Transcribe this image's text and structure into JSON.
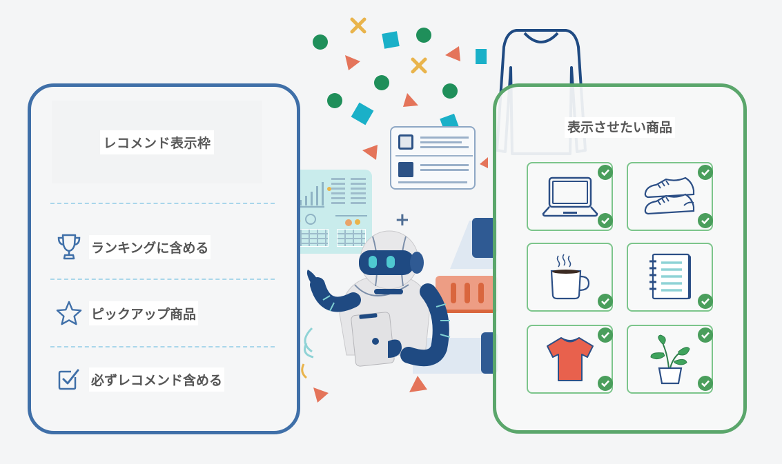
{
  "left_panel": {
    "title": "レコメンド表示枠",
    "options": [
      {
        "label": "ランキングに含める",
        "icon": "trophy-icon"
      },
      {
        "label": "ピックアップ商品",
        "icon": "star-icon"
      },
      {
        "label": "必ずレコメンド含める",
        "icon": "checkbox-icon"
      }
    ],
    "border_color": "#3f6fa8"
  },
  "right_panel": {
    "title": "表示させたい商品",
    "border_color": "#5aa66b",
    "products": [
      {
        "name": "laptop",
        "icon": "laptop-icon",
        "checked": true
      },
      {
        "name": "sneakers",
        "icon": "sneakers-icon",
        "checked": true
      },
      {
        "name": "coffee-mug",
        "icon": "mug-icon",
        "checked": true
      },
      {
        "name": "notebook",
        "icon": "notebook-icon",
        "checked": true
      },
      {
        "name": "t-shirt",
        "icon": "tshirt-icon",
        "checked": true
      },
      {
        "name": "potted-plant",
        "icon": "plant-icon",
        "checked": true
      }
    ]
  },
  "center_illustration": {
    "elements": [
      "robot-with-tablet",
      "analytics-dashboard-card",
      "profile-card",
      "sweater-outline",
      "confetti-shapes"
    ]
  },
  "colors": {
    "navy": "#1f4a82",
    "teal": "#1ab0c8",
    "green_dot": "#1f8f5a",
    "orange": "#e4745a",
    "yellow": "#e9b44c",
    "check_green": "#4a9e5c"
  }
}
